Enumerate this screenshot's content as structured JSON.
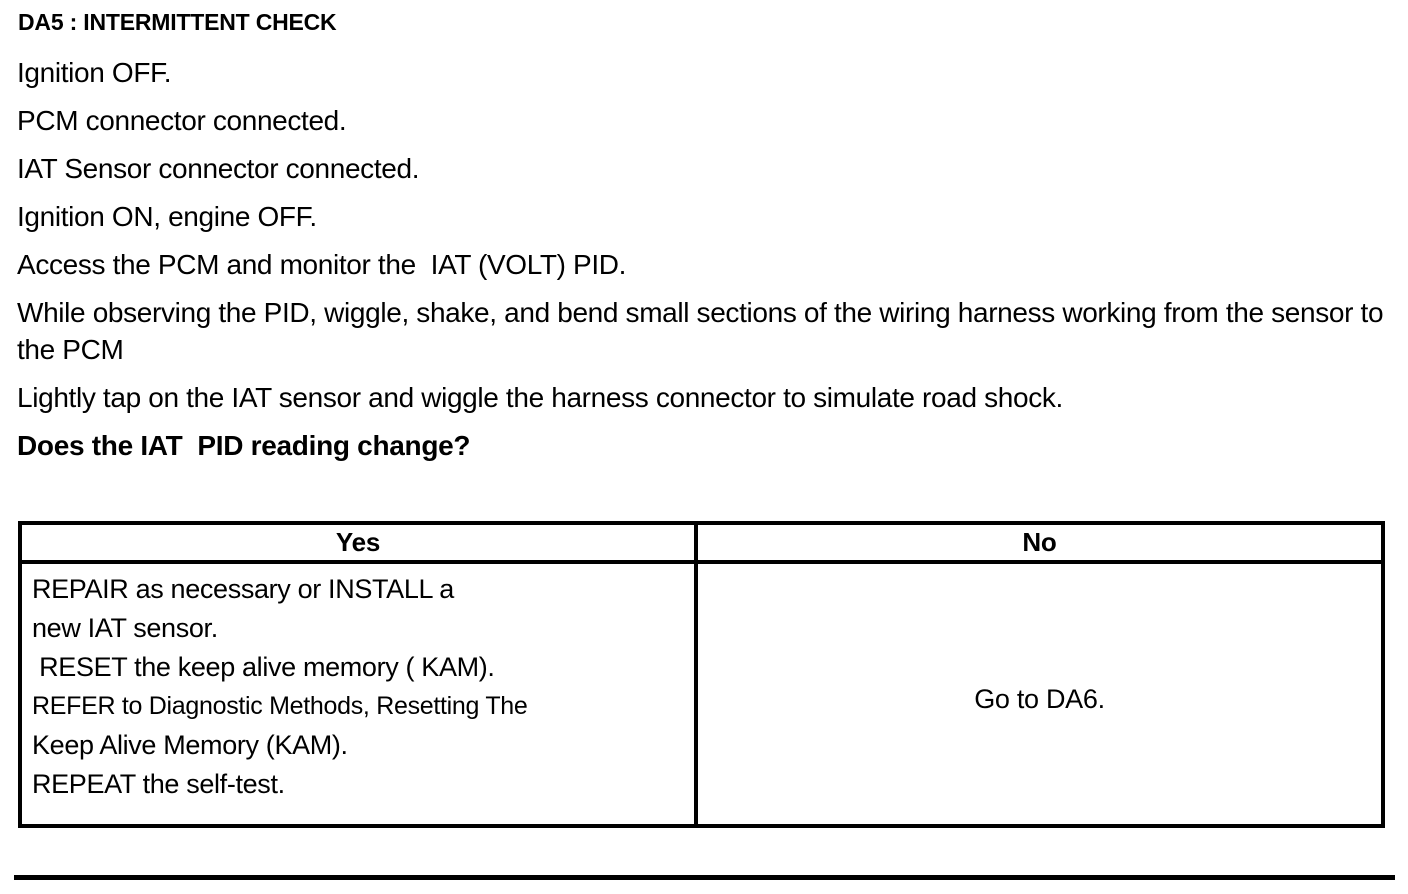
{
  "document": {
    "title": "DA5 : INTERMITTENT CHECK",
    "steps": [
      {
        "text": "Ignition OFF.",
        "bold": false
      },
      {
        "text": "PCM connector connected.",
        "bold": false
      },
      {
        "text": "IAT Sensor connector connected.",
        "bold": false
      },
      {
        "text": "Ignition ON, engine OFF.",
        "bold": false
      },
      {
        "text": "Access the PCM and monitor the  IAT (VOLT) PID.",
        "bold": false
      },
      {
        "text": "While observing the PID, wiggle, shake, and bend small sections of the wiring harness working from the sensor to the PCM",
        "bold": false
      },
      {
        "text": "Lightly tap on the IAT sensor and wiggle the harness connector to simulate road shock.",
        "bold": false
      },
      {
        "text": "Does the IAT  PID reading change?",
        "bold": true
      }
    ]
  },
  "decision_table": {
    "headers": {
      "yes": "Yes",
      "no": "No"
    },
    "yes_cell": {
      "lines": [
        "REPAIR as necessary or INSTALL a",
        "new IAT sensor.",
        " RESET the keep alive memory ( KAM).",
        "REFER to Diagnostic Methods, Resetting The",
        "Keep Alive Memory (KAM).",
        "REPEAT the self-test."
      ]
    },
    "no_cell": {
      "text": "Go to DA6."
    }
  },
  "colors": {
    "ink": "#000000",
    "page": "#ffffff"
  }
}
